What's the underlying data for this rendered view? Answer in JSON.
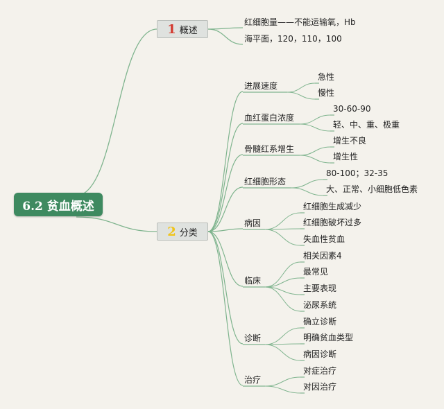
{
  "root": {
    "label": "6.2 贫血概述"
  },
  "sections": [
    {
      "number": "1",
      "number_color": "#d33a2f",
      "title": "概述",
      "leaves": [
        "红细胞量——不能运输氧，Hb",
        "海平面，120，110，100"
      ]
    },
    {
      "number": "2",
      "number_color": "#f0c419",
      "title": "分类",
      "children": [
        {
          "label": "进展速度",
          "leaves": [
            "急性",
            "慢性"
          ]
        },
        {
          "label": "血红蛋白浓度",
          "leaves": [
            "30-60-90",
            "轻、中、重、极重"
          ]
        },
        {
          "label": "骨髓红系增生",
          "leaves": [
            "增生不良",
            "增生性"
          ]
        },
        {
          "label": "红细胞形态",
          "leaves": [
            "80-100；32-35",
            "大、正常、小细胞低色素"
          ]
        },
        {
          "label": "病因",
          "leaves": [
            "红细胞生成减少",
            "红细胞破坏过多",
            "失血性贫血"
          ]
        },
        {
          "label": "临床",
          "leaves": [
            "相关因素4",
            "最常见",
            "主要表现",
            "泌尿系统"
          ]
        },
        {
          "label": "诊断",
          "leaves": [
            "确立诊断",
            "明确贫血类型",
            "病因诊断"
          ]
        },
        {
          "label": "治疗",
          "leaves": [
            "对症治疗",
            "对因治疗"
          ]
        }
      ]
    }
  ],
  "colors": {
    "line": "#7fb48e",
    "root_fill": "#3e8a60"
  }
}
